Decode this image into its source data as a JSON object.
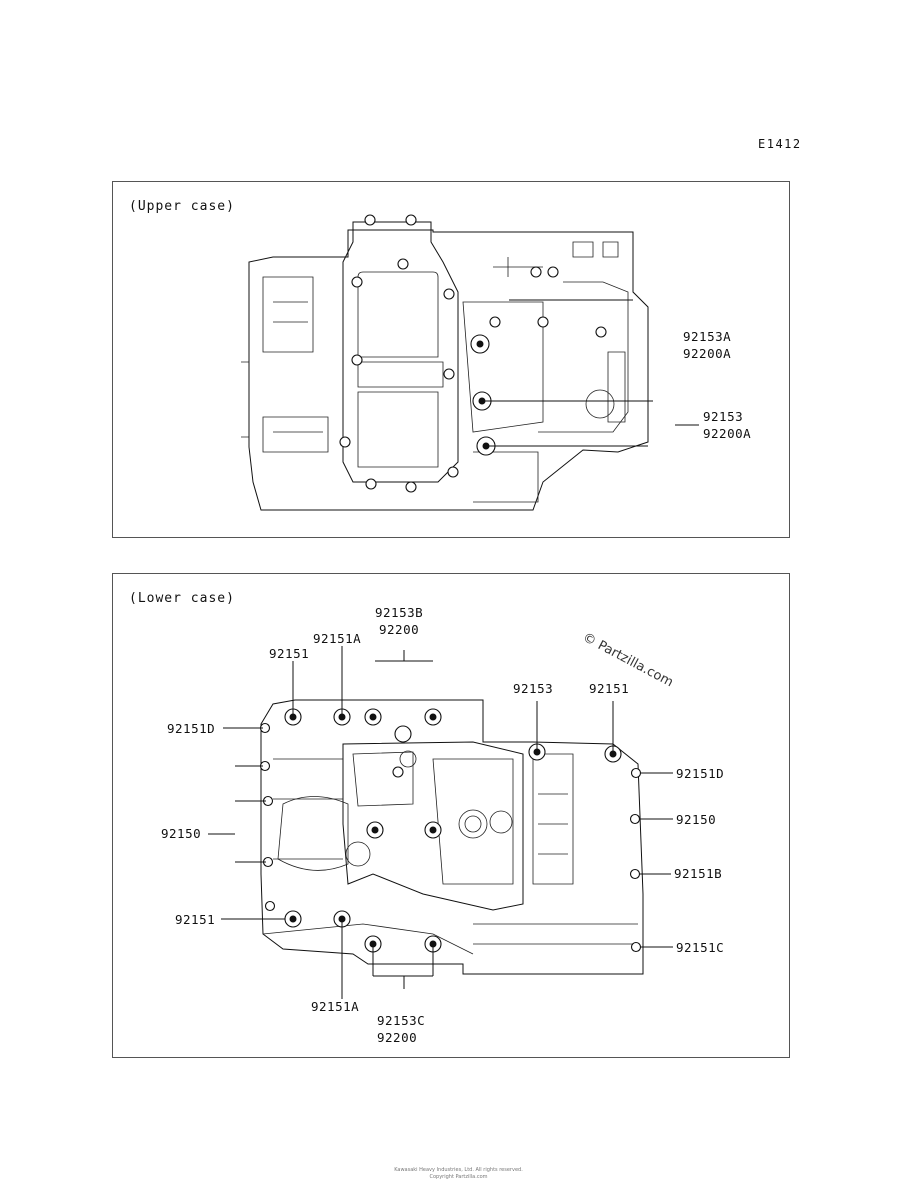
{
  "page": {
    "code": "E1412",
    "watermark": "© Partzilla.com",
    "footer_line1": "Kawasaki Heavy Industries, Ltd. All rights reserved.",
    "footer_line2": "Copyright Partzilla.com"
  },
  "upper_panel": {
    "label": "(Upper case)",
    "callouts": [
      {
        "id": "u1",
        "line1": "92153A",
        "line2": "92200A"
      },
      {
        "id": "u2",
        "line1": "92153",
        "line2": "92200A"
      }
    ]
  },
  "lower_panel": {
    "label": "(Lower case)",
    "callouts": [
      {
        "id": "l1",
        "line1": "92153B",
        "line2": "92200"
      },
      {
        "id": "l2",
        "line1": "92151A",
        "line2": ""
      },
      {
        "id": "l3",
        "line1": "92151",
        "line2": ""
      },
      {
        "id": "l4",
        "line1": "92151D",
        "line2": ""
      },
      {
        "id": "l5",
        "line1": "92150",
        "line2": ""
      },
      {
        "id": "l6",
        "line1": "92151",
        "line2": ""
      },
      {
        "id": "l7",
        "line1": "92151A",
        "line2": ""
      },
      {
        "id": "l8",
        "line1": "92153C",
        "line2": "92200"
      },
      {
        "id": "l9",
        "line1": "92153",
        "line2": ""
      },
      {
        "id": "l10",
        "line1": "92151",
        "line2": ""
      },
      {
        "id": "l11",
        "line1": "92151D",
        "line2": ""
      },
      {
        "id": "l12",
        "line1": "92150",
        "line2": ""
      },
      {
        "id": "l13",
        "line1": "92151B",
        "line2": ""
      },
      {
        "id": "l14",
        "line1": "92151C",
        "line2": ""
      }
    ]
  }
}
